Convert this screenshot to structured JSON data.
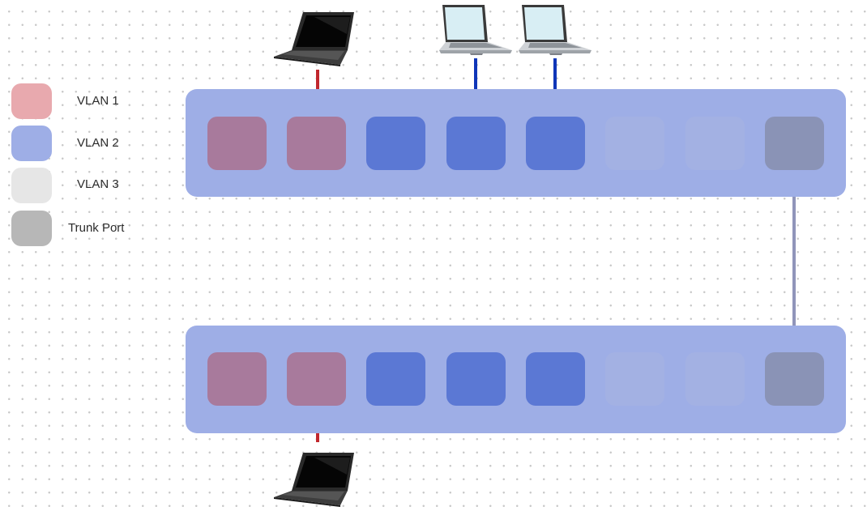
{
  "colors": {
    "vlan1": "#e8a9ae",
    "vlan2": "#9eaee6",
    "vlan3": "#e6e6e6",
    "trunk": "#b7b7b7",
    "port_vlan1": "#a87a9c",
    "port_vlan2": "#5b78d4",
    "port_vlan3": "#a3b1e3",
    "port_trunk": "#8a93b6",
    "cable_vlan1": "#c1272d",
    "cable_vlan2": "#0f36b8",
    "cable_trunk": "#9095ba"
  },
  "legend": [
    {
      "key": "vlan1",
      "label": "VLAN 1"
    },
    {
      "key": "vlan2",
      "label": "VLAN 2"
    },
    {
      "key": "vlan3",
      "label": "VLAN 3"
    },
    {
      "key": "trunk",
      "label": "Trunk Port"
    }
  ],
  "switches": [
    {
      "ports": [
        "vlan1",
        "vlan1",
        "vlan2",
        "vlan2",
        "vlan2",
        "vlan3",
        "vlan3",
        "trunk"
      ]
    },
    {
      "ports": [
        "vlan1",
        "vlan1",
        "vlan2",
        "vlan2",
        "vlan2",
        "vlan3",
        "vlan3",
        "trunk"
      ]
    }
  ],
  "connections": [
    {
      "switch": 1,
      "port": 2,
      "vlan": "vlan1",
      "device": "dark-laptop"
    },
    {
      "switch": 1,
      "port": 4,
      "vlan": "vlan2",
      "device": "silver-laptop"
    },
    {
      "switch": 1,
      "port": 5,
      "vlan": "vlan2",
      "device": "silver-laptop"
    },
    {
      "switch": 2,
      "port": 2,
      "vlan": "vlan1",
      "device": "dark-laptop"
    },
    {
      "switch": 1,
      "port": 8,
      "to_switch": 2,
      "to_port": 8,
      "vlan": "trunk"
    }
  ]
}
